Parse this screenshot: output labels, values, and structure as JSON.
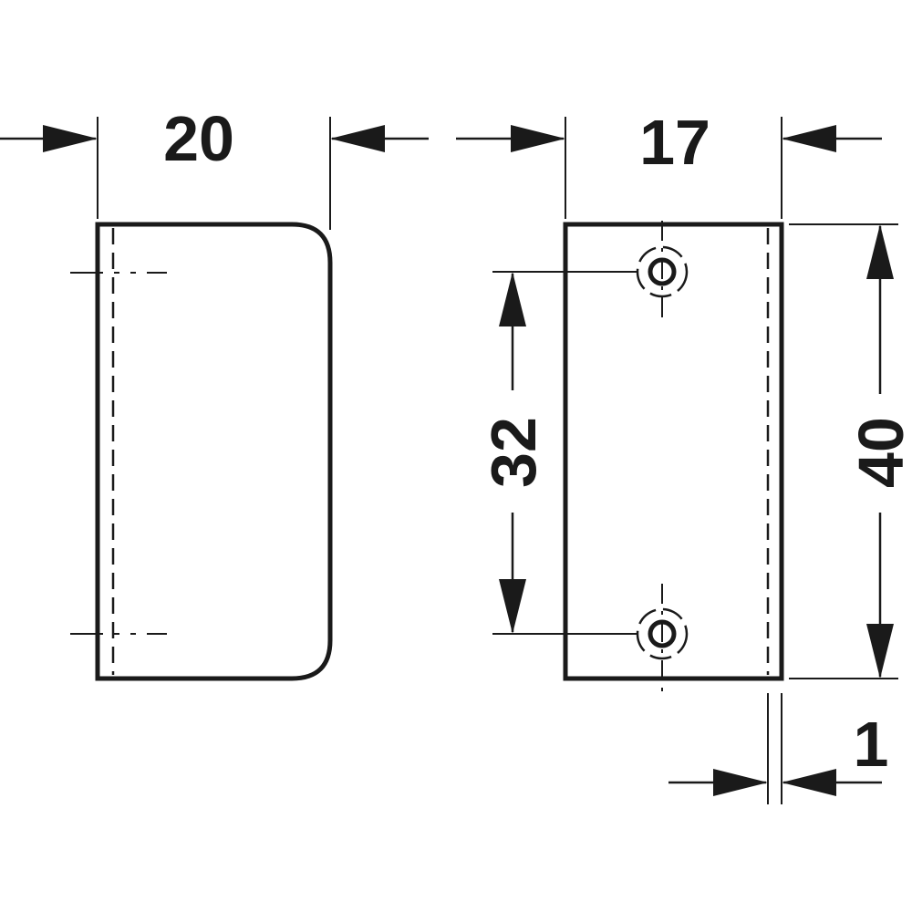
{
  "diagram": {
    "dimensions": {
      "side_width": "20",
      "front_width": "17",
      "hole_spacing": "32",
      "height": "40",
      "offset": "1"
    },
    "colors": {
      "line": "#1a1a1a",
      "background": "#ffffff"
    }
  }
}
